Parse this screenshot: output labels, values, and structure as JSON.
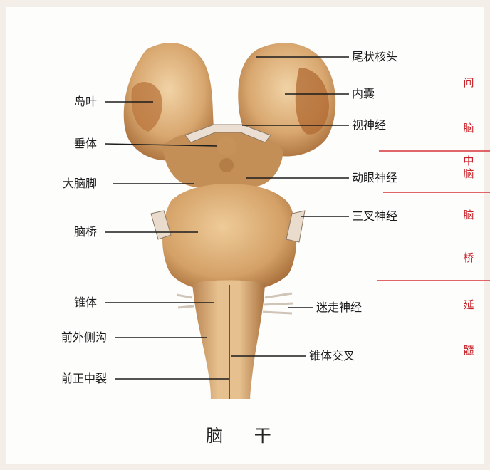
{
  "title": "脑 干",
  "labels_left": [
    {
      "id": "insula",
      "text": "岛叶"
    },
    {
      "id": "pituitary",
      "text": "垂体"
    },
    {
      "id": "cerebral-peduncle",
      "text": "大脑脚"
    },
    {
      "id": "pons",
      "text": "脑桥"
    },
    {
      "id": "pyramid",
      "text": "锥体"
    },
    {
      "id": "anterolateral-sulcus",
      "text": "前外侧沟"
    },
    {
      "id": "anterior-median-fissure",
      "text": "前正中裂"
    }
  ],
  "labels_right": [
    {
      "id": "caudate-head",
      "text": "尾状核头"
    },
    {
      "id": "internal-capsule",
      "text": "内囊"
    },
    {
      "id": "optic-nerve",
      "text": "视神经"
    },
    {
      "id": "oculomotor-nerve",
      "text": "动眼神经"
    },
    {
      "id": "trigeminal-nerve",
      "text": "三叉神经"
    },
    {
      "id": "vagus-nerve",
      "text": "迷走神经"
    },
    {
      "id": "pyramidal-decussation",
      "text": "锥体交叉"
    }
  ],
  "regions": {
    "diencephalon": [
      "间",
      "脑"
    ],
    "midbrain": [
      "中",
      "脑"
    ],
    "pons": [
      "脑",
      "桥"
    ],
    "medulla": [
      "延",
      "髓"
    ]
  },
  "colors": {
    "region_text": "#c8232a",
    "divider": "#d8343a",
    "tissue": "#d9a870",
    "tissue_dark": "#9c6535"
  }
}
